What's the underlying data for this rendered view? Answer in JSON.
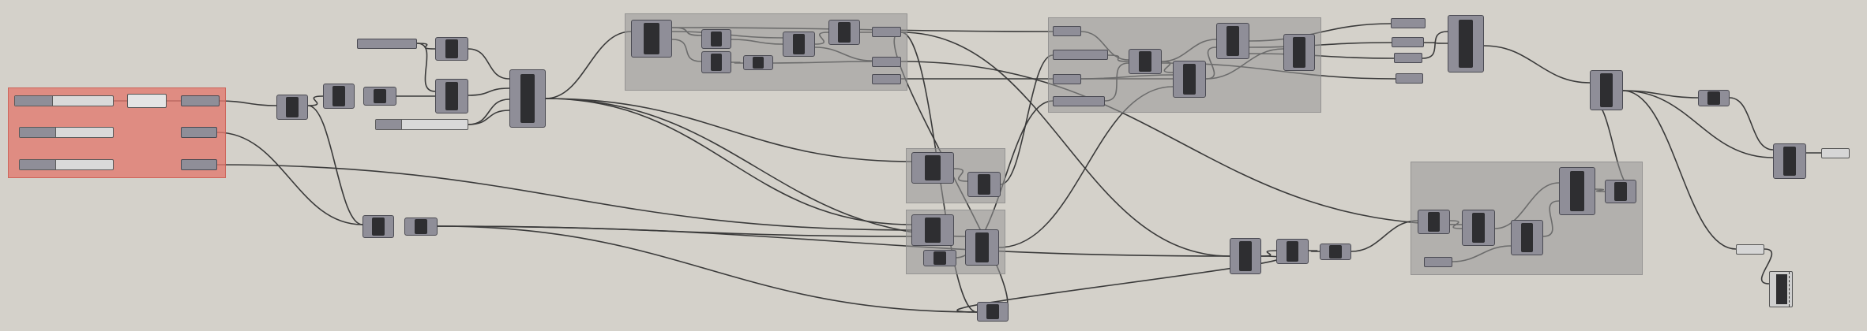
{
  "canvas": {
    "background": "#d4d1ca",
    "wire_color": "#3a3a3a",
    "group_color": "#9a9a9a",
    "input_group_color": "#e2786e",
    "component_fill": "#8f8e98",
    "component_core": "#2e2e31"
  },
  "groups": [
    {
      "id": "input-sliders-group",
      "kind": "input",
      "color": "#e2786e"
    },
    {
      "id": "upper-middle-group",
      "kind": "cluster"
    },
    {
      "id": "upper-right-group",
      "kind": "cluster"
    },
    {
      "id": "center-small-group-a",
      "kind": "cluster"
    },
    {
      "id": "center-small-group-b",
      "kind": "cluster"
    },
    {
      "id": "lower-right-group",
      "kind": "cluster"
    }
  ],
  "icons": [
    "component-icon",
    "parameter-icon",
    "number-slider-icon",
    "panel-icon",
    "output-preview-icon"
  ]
}
